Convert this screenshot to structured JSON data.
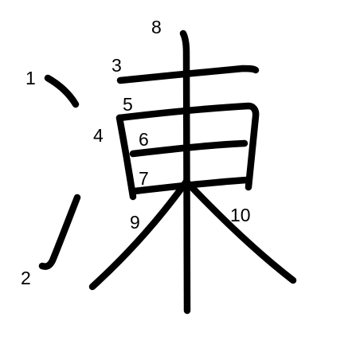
{
  "diagram": {
    "character": "凍",
    "stroke_color": "#000000",
    "background_color": "#ffffff",
    "stroke_numbers": [
      "1",
      "2",
      "3",
      "4",
      "5",
      "6",
      "7",
      "8",
      "9",
      "10"
    ]
  }
}
